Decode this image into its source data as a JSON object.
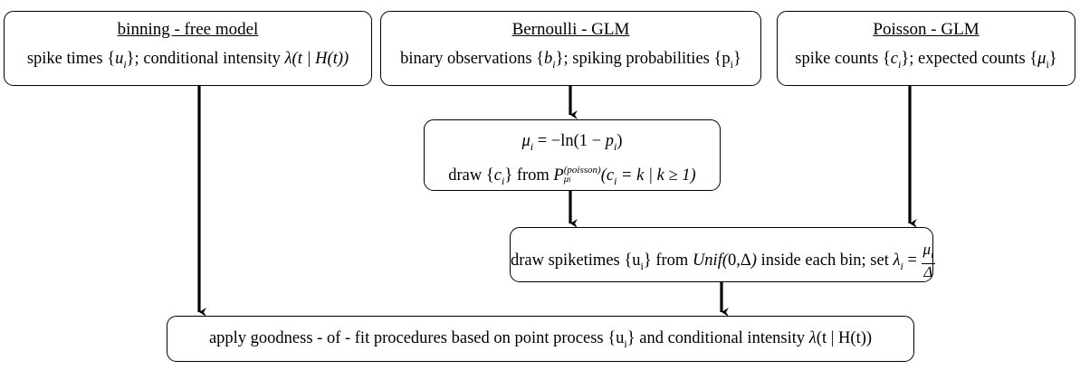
{
  "boxes": {
    "binning_free": {
      "title": "binning - free model",
      "line_a": "spike times {",
      "var_u": "u",
      "sub_i": "i",
      "line_b": "}; conditional intensity ",
      "lambda_expr": "λ(t | H(t))"
    },
    "bernoulli": {
      "title": "Bernoulli - GLM",
      "line_a": "binary observations {",
      "var_b": "b",
      "sub_i": "i",
      "line_b": "}; spiking probabilities {p",
      "sub_i2": "i",
      "line_c": "}"
    },
    "poisson": {
      "title": "Poisson - GLM",
      "line_a": "spike counts {",
      "var_c": "c",
      "sub_i": "i",
      "line_b": "}; expected counts {",
      "var_mu": "μ",
      "sub_i2": "i",
      "line_c": "}"
    },
    "transform": {
      "mu": "μ",
      "sub_i": "i",
      "eq": " = −ln(1 − ",
      "p": "p",
      "sub_i2": "i",
      "eq_end": ")",
      "draw_a": "draw {",
      "c": "c",
      "sub_i3": "i",
      "draw_b": "} from ",
      "P": "P",
      "P_sup": "(poisson)",
      "P_sub": "μ",
      "P_sub_i": "i",
      "cond": "(c",
      "cond_sub": "i",
      "cond_b": " = k | k ≥ 1)"
    },
    "spiketimes": {
      "text_a": "draw spiketimes {u",
      "sub_i": "i",
      "text_b": "} from ",
      "unif": "Unif(",
      "unif_args": "0,Δ",
      "unif_end": ")",
      "text_c": " inside each bin; set ",
      "lambda": "λ",
      "sub_i2": "i",
      "eq": " = ",
      "frac_num": "μ",
      "frac_num_sub": "i",
      "frac_den": "Δ"
    },
    "goodness": {
      "text_a": "apply goodness - of - fit procedures based on point process {u",
      "sub_i": "i",
      "text_b": "} and conditional intensity ",
      "lambda": "λ",
      "text_c": "(t | H(t))"
    }
  },
  "colors": {
    "stroke": "#000000",
    "background": "#ffffff"
  }
}
